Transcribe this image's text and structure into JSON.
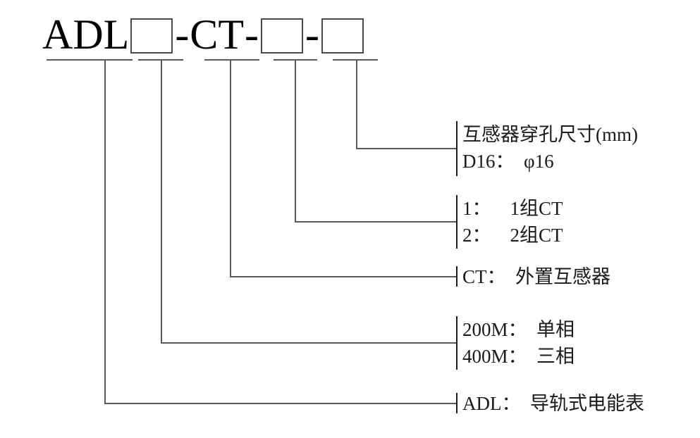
{
  "diagram": {
    "title_model": {
      "prefix": "ADL",
      "box1": "",
      "sep1": "-",
      "middle": "CT",
      "sep2": "-",
      "box2": "",
      "sep3": "-",
      "box3": ""
    },
    "branches": [
      {
        "id": "transformer-hole-size",
        "lines": [
          "互感器穿孔尺寸(mm)",
          "D16： φ16"
        ]
      },
      {
        "id": "ct-group-count",
        "lines": [
          "1：  1组CT",
          "2：  2组CT"
        ]
      },
      {
        "id": "ct-external",
        "lines": [
          "CT： 外置互感器"
        ]
      },
      {
        "id": "phase-type",
        "lines": [
          "200M： 单相",
          "400M： 三相"
        ]
      },
      {
        "id": "product-series",
        "lines": [
          "ADL： 导轨式电能表"
        ]
      }
    ]
  }
}
